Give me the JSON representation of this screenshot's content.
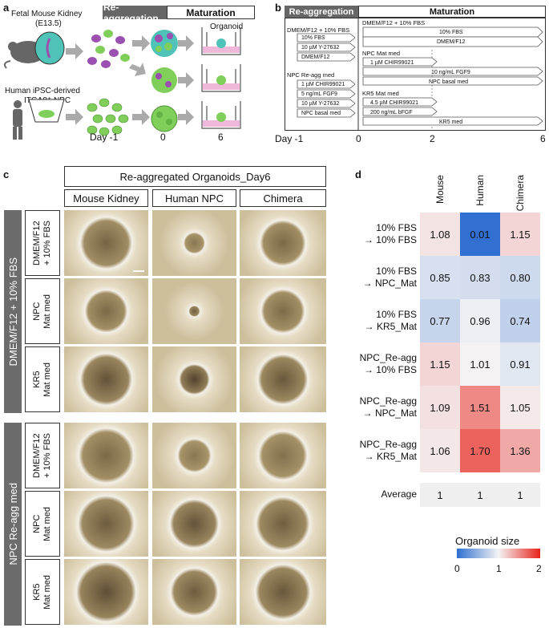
{
  "panel_a": {
    "label": "a",
    "mouse_source": "Fetal Mouse Kidney",
    "mouse_stage": "(E13.5)",
    "human_source": "Human iPSC-derived",
    "human_cells": "ITGA8⁺ NPC",
    "stage_reagg": "Re-aggregation",
    "stage_mat": "Maturation",
    "organoid": "Organoid",
    "days": [
      "Day -1",
      "0",
      "6"
    ],
    "colors": {
      "mouse_cell": "#9b4fb0",
      "human_cell": "#7fcf5a",
      "kidney": "#4fc3b8"
    }
  },
  "panel_b": {
    "label": "b",
    "reagg": "Re-aggregation",
    "mat": "Maturation",
    "cond1_name": "DMEM/F12 + 10% FBS",
    "cond1_items": [
      "10% FBS",
      "10 µM Y-27632",
      "DMEM/F12"
    ],
    "cond2_name": "NPC Re-agg med",
    "cond2_items": [
      "1 µM CHIR99021",
      "5 ng/mL FGF9",
      "10 µM Y-27632",
      "NPC basal med"
    ],
    "mat1_name": "DMEM/F12 + 10% FBS",
    "mat1_items": [
      "10% FBS",
      "DMEM/F12"
    ],
    "mat2_name": "NPC Mat med",
    "mat2_items": [
      "1 µM CHIR99021",
      "10 ng/mL FGF9",
      "NPC basal med"
    ],
    "mat3_name": "KR5 Mat med",
    "mat3_items": [
      "4.5 µM CHIR99021",
      "200 ng/mL bFGF",
      "KR5 med"
    ],
    "axis": [
      "Day -1",
      "0",
      "2",
      "6"
    ]
  },
  "panel_c": {
    "label": "c",
    "title": "Re-aggregated Organoids_Day6",
    "cols": [
      "Mouse Kidney",
      "Human NPC",
      "Chimera"
    ],
    "group1": "DMEM/F12 + 10% FBS",
    "group2": "NPC Re-agg med",
    "row_labels": [
      "DMEM/F12\n+ 10% FBS",
      "NPC\nMat med",
      "KR5\nMat med",
      "DMEM/F12\n+ 10% FBS",
      "NPC\nMat med",
      "KR5\nMat med"
    ]
  },
  "panel_d": {
    "label": "d",
    "legend_title": "Organoid size",
    "legend_ticks": [
      "0",
      "1",
      "2"
    ],
    "average_label": "Average",
    "average_values": [
      "1",
      "1",
      "1"
    ]
  },
  "chart_data": {
    "type": "heatmap",
    "x": [
      "Mouse",
      "Human",
      "Chimera"
    ],
    "y": [
      "10% FBS\n→ 10% FBS",
      "10% FBS\n→ NPC_Mat",
      "10% FBS\n→ KR5_Mat",
      "NPC_Re-agg\n→ 10% FBS",
      "NPC_Re-agg\n→ NPC_Mat",
      "NPC_Re-agg\n→ KR5_Mat"
    ],
    "values": [
      [
        1.08,
        0.01,
        1.15
      ],
      [
        0.85,
        0.83,
        0.8
      ],
      [
        0.77,
        0.96,
        0.74
      ],
      [
        1.15,
        1.01,
        0.91
      ],
      [
        1.09,
        1.51,
        1.05
      ],
      [
        1.06,
        1.7,
        1.36
      ]
    ],
    "color_range": [
      0,
      2
    ],
    "colors": {
      "low": "#2f6fd0",
      "mid": "#f4f4f4",
      "high": "#e8231c"
    }
  }
}
